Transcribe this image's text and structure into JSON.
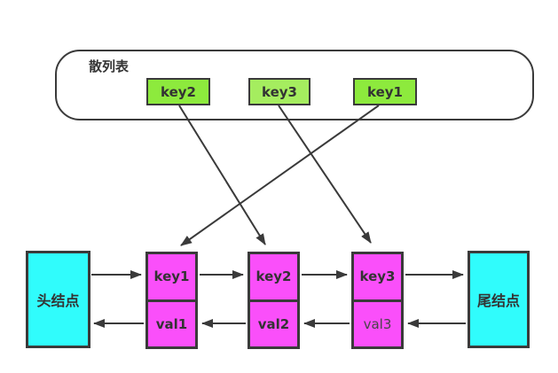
{
  "diagram": {
    "title": "散列表",
    "buckets": [
      {
        "label": "key2"
      },
      {
        "label": "key3"
      },
      {
        "label": "key1"
      }
    ],
    "list": {
      "head": {
        "label": "头结点"
      },
      "tail": {
        "label": "尾结点"
      },
      "nodes": [
        {
          "key": "key1",
          "val": "val1"
        },
        {
          "key": "key2",
          "val": "val2"
        },
        {
          "key": "key3",
          "val": "val3"
        }
      ]
    },
    "edges": [
      {
        "from": "bucket-key2",
        "to": "node-key2",
        "type": "hash-pointer"
      },
      {
        "from": "bucket-key3",
        "to": "node-key3",
        "type": "hash-pointer"
      },
      {
        "from": "bucket-key1",
        "to": "node-key1",
        "type": "hash-pointer"
      },
      {
        "from": "head-node",
        "to": "node-key1",
        "type": "next"
      },
      {
        "from": "node-key1",
        "to": "node-key2",
        "type": "next"
      },
      {
        "from": "node-key2",
        "to": "node-key3",
        "type": "next"
      },
      {
        "from": "node-key3",
        "to": "tail-node",
        "type": "next"
      },
      {
        "from": "node-key1",
        "to": "head-node",
        "type": "prev"
      },
      {
        "from": "node-key2",
        "to": "node-key1",
        "type": "prev"
      },
      {
        "from": "node-key3",
        "to": "node-key2",
        "type": "prev"
      },
      {
        "from": "tail-node",
        "to": "node-key3",
        "type": "prev"
      }
    ],
    "colors": {
      "bucket_fill": "#8dea3d",
      "bucket_fill_alt": "#a5ed5f",
      "node_fill": "#fa4ffa",
      "endpoint_fill": "#30fcfc",
      "stroke": "#3a3a3a"
    }
  }
}
